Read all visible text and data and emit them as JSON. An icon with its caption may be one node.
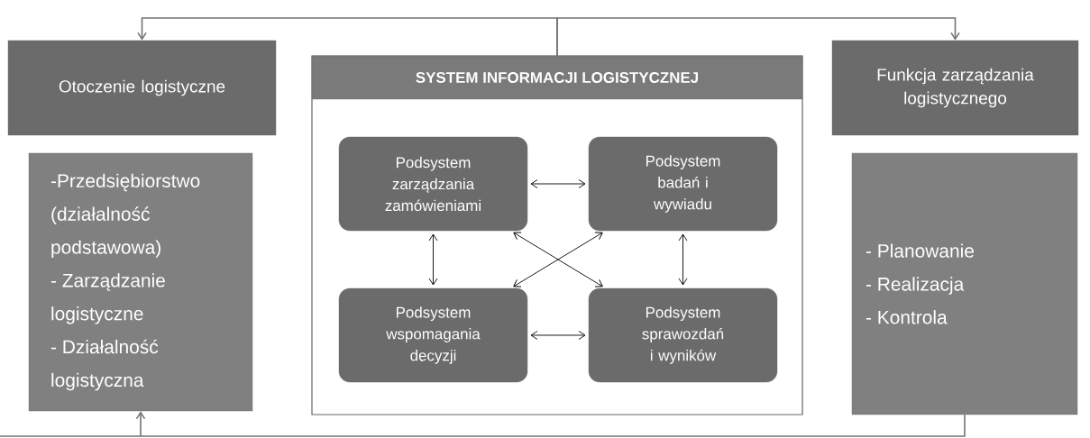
{
  "diagram": {
    "nodes": [
      {
        "text": [
          "Otoczenie logistyczne"
        ]
      },
      {
        "text": [
          "-Przedsiębiorstwo (działalność podstawowa)",
          "- Zarządzanie logistyczne",
          "- Działalność logistyczna"
        ]
      },
      {
        "text": [
          "SYSTEM INFORMACJI LOGISTYCZNEJ"
        ]
      },
      {
        "text": [
          "Podsystem zarządzania zamówieniami"
        ],
        "in": 2
      },
      {
        "text": [
          "Podsystem badań i wywiadu"
        ],
        "in": 2
      },
      {
        "text": [
          "Podsystem wspomagania decyzji"
        ],
        "in": 2
      },
      {
        "text": [
          "Podsystem sprawozdań i wyników"
        ],
        "in": 2
      },
      {
        "text": [
          "Funkcja zarządzania logistycznego"
        ]
      },
      {
        "text": [
          "- Planowanie",
          "- Realizacja",
          "- Kontrola"
        ]
      }
    ],
    "edges": [
      {
        "from": 2,
        "to": 0,
        "arrow": "to",
        "color": "#737373"
      },
      {
        "from": 2,
        "to": 7,
        "arrow": "to",
        "color": "#737373"
      },
      {
        "from": 8,
        "to": 1,
        "arrow": "to",
        "color": "#737373"
      },
      {
        "from": 3,
        "to": 4,
        "arrow": "both"
      },
      {
        "from": 3,
        "to": 5,
        "arrow": "both"
      },
      {
        "from": 4,
        "to": 6,
        "arrow": "both"
      },
      {
        "from": 5,
        "to": 6,
        "arrow": "both"
      },
      {
        "from": 3,
        "to": 6,
        "arrow": "both"
      },
      {
        "from": 4,
        "to": 5,
        "arrow": "both"
      }
    ]
  }
}
